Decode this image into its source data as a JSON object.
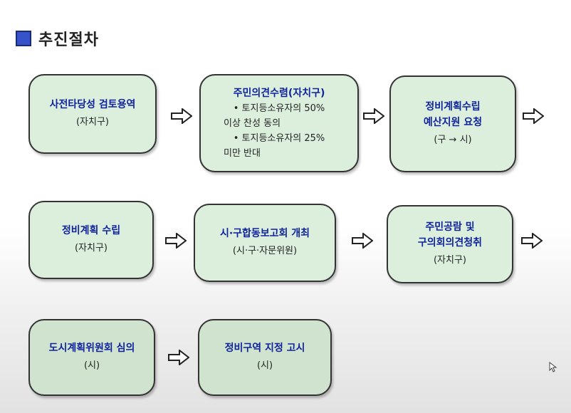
{
  "title": "추진절차",
  "boxes": {
    "b1": {
      "line1": "사전타당성 검토용역",
      "sub": "(자치구)"
    },
    "b2": {
      "line1": "주민의견수렴(자치구)",
      "bullet1": "• 토지등소유자의 50%",
      "bullet1b": "이상 찬성 동의",
      "bullet2": "• 토지등소유자의 25%",
      "bullet2b": "미만 반대"
    },
    "b3": {
      "line1": "정비계획수립",
      "line2": "예산지원 요청",
      "sub": "(구 → 시)"
    },
    "b4": {
      "line1": "정비계획 수립",
      "sub": "(자치구)"
    },
    "b5": {
      "line1": "시·구합동보고회 개최",
      "sub": "(시·구·자문위원)"
    },
    "b6": {
      "line1": "주민공람 및",
      "line2": "구의회의견청취",
      "sub": "(자치구)"
    },
    "b7": {
      "line1": "도시계획위원회 심의",
      "sub": "(시)"
    },
    "b8": {
      "line1": "정비구역 지정 고시",
      "sub": "(시)"
    }
  }
}
